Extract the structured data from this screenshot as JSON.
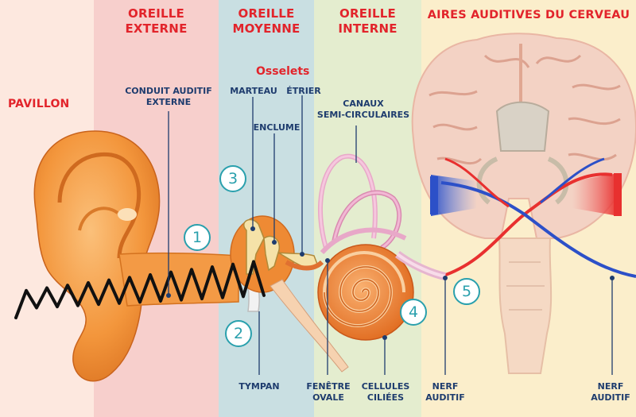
{
  "headers": {
    "pavillon": "PAVILLON",
    "externe": "OREILLE\nEXTERNE",
    "moyenne": "OREILLE\nMOYENNE",
    "interne": "OREILLE\nINTERNE",
    "cerveau": "AIRES AUDITIVES DU CERVEAU"
  },
  "labels": {
    "conduit": "CONDUIT AUDITIF\nEXTERNE",
    "osselets": "Osselets",
    "marteau": "MARTEAU",
    "enclume": "ENCLUME",
    "etrier": "ÉTRIER",
    "canaux": "CANAUX\nSEMI-CIRCULAIRES",
    "tympan": "TYMPAN",
    "fenetre": "FENÊTRE\nOVALE",
    "cellules": "CELLULES\nCILIÉES",
    "nerf_left": "NERF\nAUDITIF",
    "nerf_right": "NERF\nAUDITIF"
  },
  "numbers": {
    "n1": "1",
    "n2": "2",
    "n3": "3",
    "n4": "4",
    "n5": "5"
  },
  "colors": {
    "zone_pavillon": "#fde8df",
    "zone_externe": "#f7cfcc",
    "zone_moyenne": "#c9dfe2",
    "zone_interne": "#e4edcf",
    "zone_cerveau": "#fbeecb",
    "header_red": "#e2242b",
    "label_navy": "#1e3c6e",
    "number_teal": "#2aa0ad",
    "ear_orange": "#f08a2e"
  }
}
